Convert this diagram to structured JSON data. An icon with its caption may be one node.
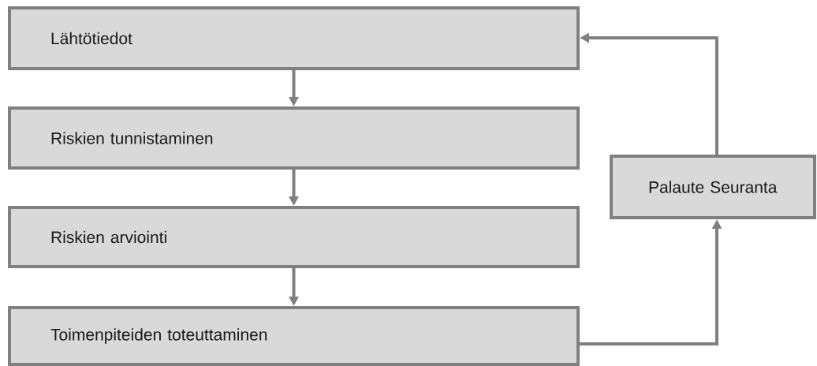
{
  "diagram": {
    "nodes": [
      {
        "text": [
          "Lähtötiedot"
        ]
      },
      {
        "text": [
          "Riskien tunnistaminen"
        ]
      },
      {
        "text": [
          "Riskien arviointi"
        ]
      },
      {
        "text": [
          "Toimenpiteiden toteuttaminen"
        ]
      },
      {
        "text": [
          "Palaute Seuranta"
        ]
      }
    ],
    "edges": [
      {
        "from": 0,
        "to": 1,
        "arrow": "to"
      },
      {
        "from": 1,
        "to": 2,
        "arrow": "to"
      },
      {
        "from": 2,
        "to": 3,
        "arrow": "to"
      },
      {
        "from": 3,
        "to": 4,
        "arrow": "to"
      },
      {
        "from": 4,
        "to": 0,
        "arrow": "to"
      }
    ]
  }
}
